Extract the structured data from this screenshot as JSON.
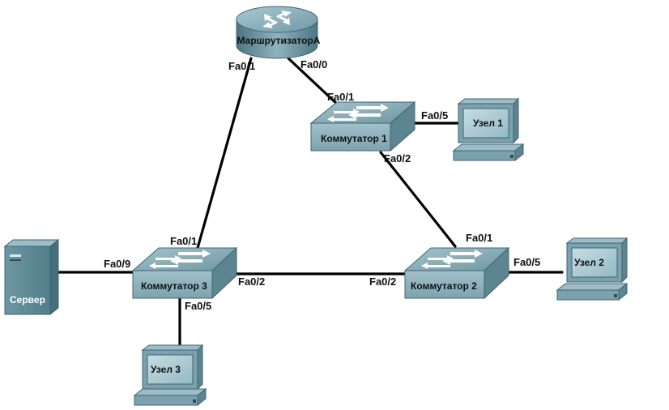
{
  "devices": {
    "router": {
      "name": "МаршрутизаторA"
    },
    "switch1": {
      "name": "Коммутатор 1"
    },
    "switch2": {
      "name": "Коммутатор 2"
    },
    "switch3": {
      "name": "Коммутатор 3"
    },
    "host1": {
      "name": "Узел 1"
    },
    "host2": {
      "name": "Узел 2"
    },
    "host3": {
      "name": "Узел 3"
    },
    "server": {
      "name": "Сервер"
    }
  },
  "ports": {
    "router_to_sw3": "Fa0/1",
    "router_to_sw1": "Fa0/0",
    "sw1_to_router": "Fa0/1",
    "sw1_to_host1": "Fa0/5",
    "sw1_to_sw2": "Fa0/2",
    "sw2_to_sw1": "Fa0/1",
    "sw2_to_host2": "Fa0/5",
    "sw2_to_sw3": "Fa0/2",
    "sw3_to_router": "Fa0/1",
    "sw3_to_server": "Fa0/9",
    "sw3_to_sw2": "Fa0/2",
    "sw3_to_host3": "Fa0/5"
  }
}
